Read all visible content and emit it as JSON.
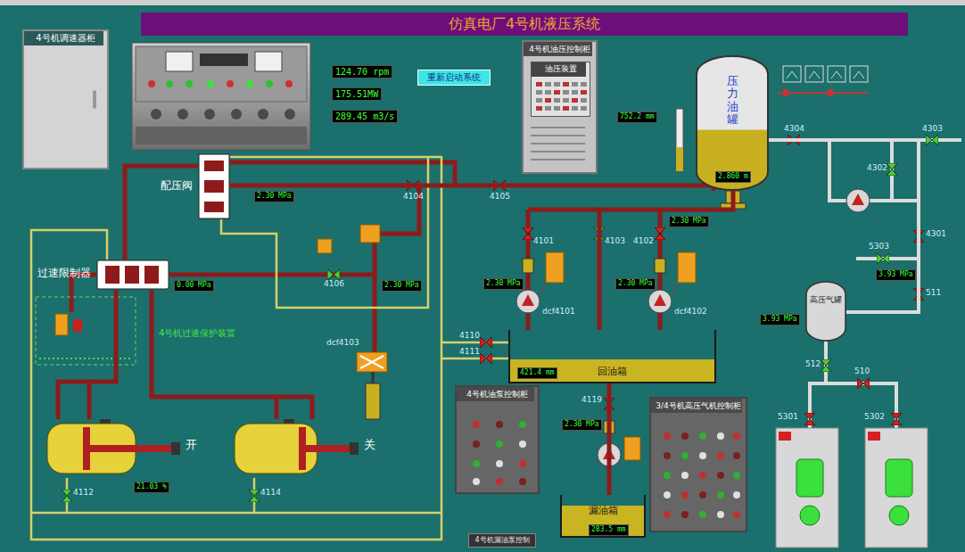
{
  "diagram": {
    "title": "仿真电厂4号机液压系统",
    "nodes": [
      {
        "text": [
          "4号机调速器柜"
        ]
      },
      {
        "text": [
          "重新启动系统"
        ]
      },
      {
        "text": [
          "4号机油压控制柜"
        ]
      },
      {
        "text": [
          "油压装置"
        ],
        "in": 2
      },
      {
        "text": [
          "压力油罐"
        ]
      },
      {
        "text": [
          "配压阀"
        ]
      },
      {
        "text": [
          "过速限制器"
        ]
      },
      {
        "text": [
          "开"
        ]
      },
      {
        "text": [
          "关"
        ]
      },
      {
        "text": [
          "回油箱"
        ]
      },
      {
        "text": [
          "漏油箱"
        ]
      },
      {
        "text": [
          "4号机油泵控制柜"
        ]
      },
      {
        "text": [
          "3/4号机高压气机控制柜"
        ]
      },
      {
        "text": [
          "4号机漏油泵控制"
        ]
      },
      {
        "text": [
          "高压气罐"
        ]
      }
    ],
    "edges": [
      {
        "from": 5,
        "to": 4,
        "arrow": "none"
      },
      {
        "from": 6,
        "to": 5,
        "arrow": "none"
      },
      {
        "from": 9,
        "to": 4,
        "arrow": "none"
      },
      {
        "from": 10,
        "to": 9,
        "arrow": "none"
      },
      {
        "from": 4,
        "to": 14,
        "arrow": "none"
      },
      {
        "from": 6,
        "to": 7,
        "arrow": "none"
      },
      {
        "from": 6,
        "to": 8,
        "arrow": "none"
      }
    ],
    "labels": [
      "124.70 rpm",
      "175.51MW",
      "289.45 m3/s",
      "752.2 mm",
      "2.860 m",
      "4304",
      "4303",
      "4302",
      "4301",
      "5303",
      "3.93 MPa",
      "511",
      "3.93 MPa",
      "512",
      "510",
      "5301",
      "5302",
      "4104",
      "4105",
      "2.30 MPa",
      "4101",
      "4103",
      "4102",
      "2.30 MPa",
      "0.00 MPa",
      "4106",
      "2.30 MPa",
      "2.30 MPa",
      "2.30 MPa",
      "dcf4101",
      "dcf4102",
      "dcf4103",
      "4110",
      "4111",
      "421.4 mm",
      "4119",
      "2.30 MPa",
      "4112",
      "4114",
      "21.03 %",
      "4号机过速保护装置",
      "283.5 mm"
    ]
  }
}
